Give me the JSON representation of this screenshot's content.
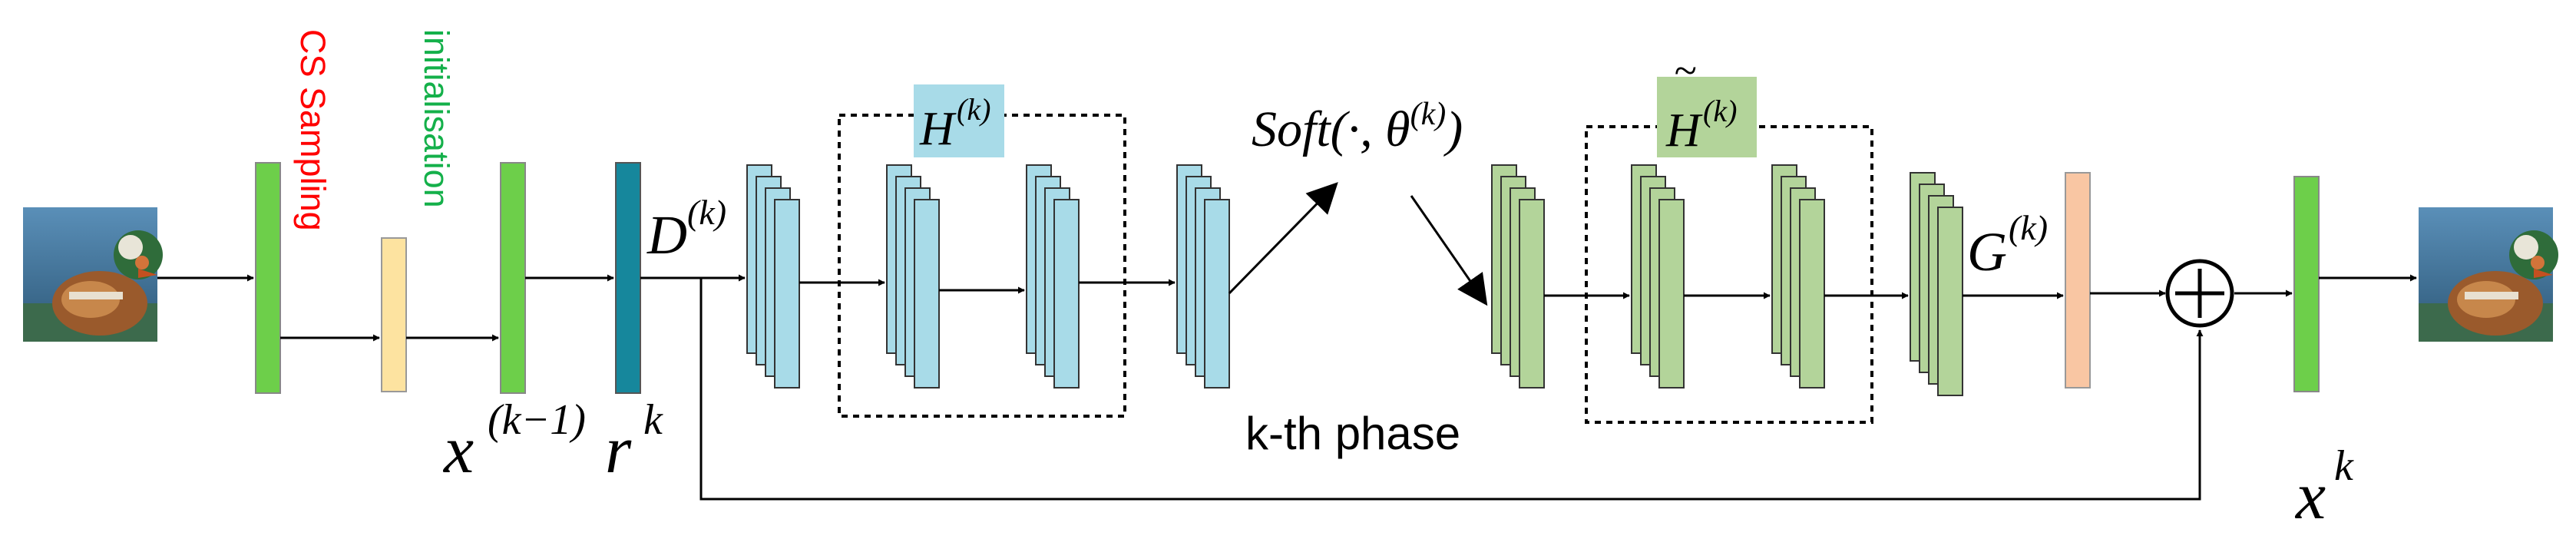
{
  "labels": {
    "cs_sampling": "CS Sampling",
    "initialisation": "initialisation",
    "x_prev_base": "x",
    "x_prev_sup": "(k−1)",
    "r_base": "r",
    "r_sup": "k",
    "D_base": "D",
    "D_sup": "(k)",
    "H_base": "H",
    "H_sup": "(k)",
    "soft_text": "Soft(·, θ",
    "soft_sup": "(k)",
    "soft_close": ")",
    "Htilde_base": "H",
    "Htilde_mark": "~",
    "Htilde_sup": "(k)",
    "G_base": "G",
    "G_sup": "(k)",
    "phase": "k-th phase",
    "xk_base": "x",
    "xk_sup": "k",
    "plus": "+"
  },
  "icons": {
    "input_image": "mandarin-duck-photo",
    "output_image": "mandarin-duck-photo",
    "sum": "circled-plus-icon"
  },
  "colors": {
    "green": "#6dcf4a",
    "yellow": "#fde3a0",
    "teal": "#16879c",
    "blue": "#a8dbe8",
    "olive": "#b3d49a",
    "orange": "#f9c6a3",
    "cs_text": "#ff0000",
    "init_text": "#14b04a"
  }
}
